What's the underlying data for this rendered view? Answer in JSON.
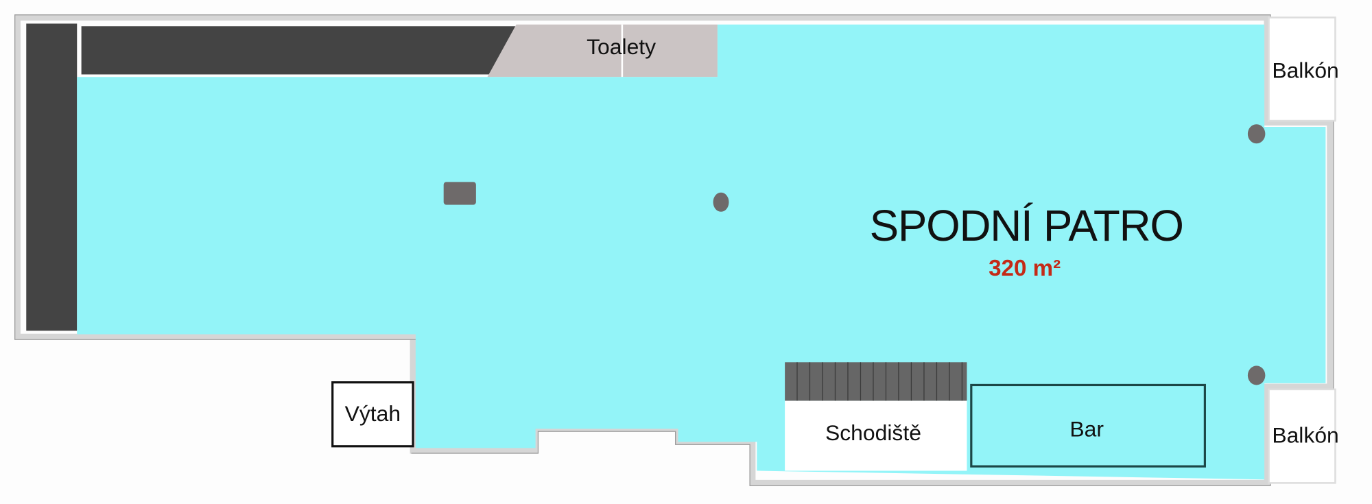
{
  "plan": {
    "title": "SPODNÍ PATRO",
    "area": "320 m²",
    "rooms": {
      "toilets": "Toalety",
      "balcony_top": "Balkón",
      "balcony_bottom": "Balkón",
      "elevator": "Výtah",
      "stairs": "Schodiště",
      "bar": "Bar"
    }
  },
  "colors": {
    "floor": "#93f4f8",
    "wall": "#d6d6d6",
    "dark_zone": "#444444",
    "toilets": "#cbc4c4",
    "area_text": "#c42a17",
    "column": "#6e6a6a"
  }
}
